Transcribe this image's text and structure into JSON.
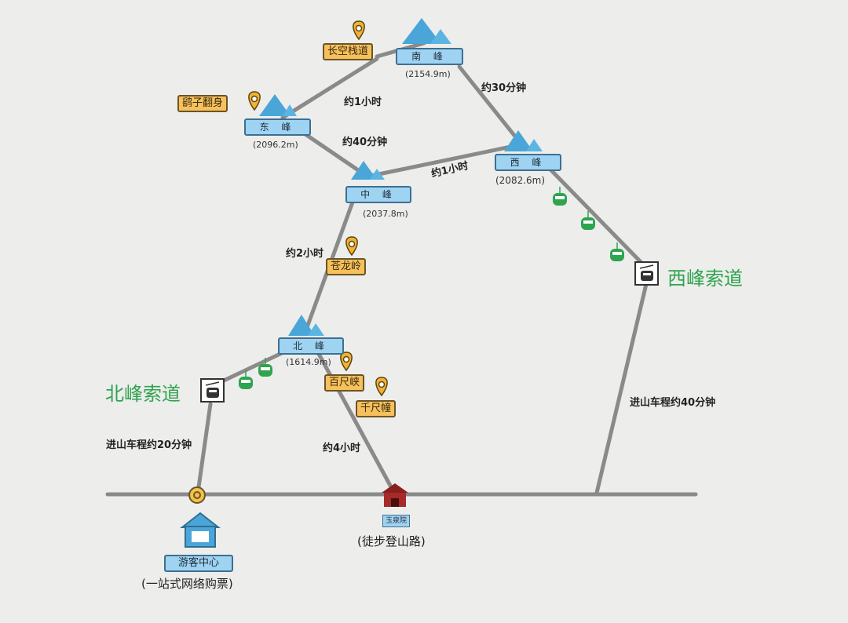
{
  "peaks": {
    "south": {
      "name": "南 峰",
      "elev": "(2154.9m)"
    },
    "east": {
      "name": "东 峰",
      "elev": "(2096.2m)"
    },
    "west": {
      "name": "西 峰",
      "elev": "(2082.6m)"
    },
    "middle": {
      "name": "中 峰",
      "elev": "(2037.8m)"
    },
    "north": {
      "name": "北 峰",
      "elev": "(1614.9m)"
    }
  },
  "spots": {
    "changkong": "长空栈道",
    "yaozi": "鹞子翻身",
    "canglong": "苍龙岭",
    "baichi": "百尺峡",
    "qianchi": "千尺幢"
  },
  "times": {
    "east_south": "约1小时",
    "south_west": "约30分钟",
    "east_middle": "约40分钟",
    "middle_west": "约1小时",
    "middle_north": "约2小时",
    "north_yuquan": "约4小时",
    "north_rope_drive": "进山车程约20分钟",
    "west_rope_drive": "进山车程约40分钟"
  },
  "ropeways": {
    "north": "北峰索道",
    "west": "西峰索道"
  },
  "places": {
    "visitor_center": "游客中心",
    "visitor_center_note": "(一站式网络购票)",
    "yuquan": "玉泉院",
    "yuquan_note": "(徒步登山路)"
  },
  "colors": {
    "route": "#8a8a8a",
    "peak_blue": "#4aa6d8",
    "spot_orange": "#f6c05c",
    "cable_green": "#2ea44f"
  }
}
